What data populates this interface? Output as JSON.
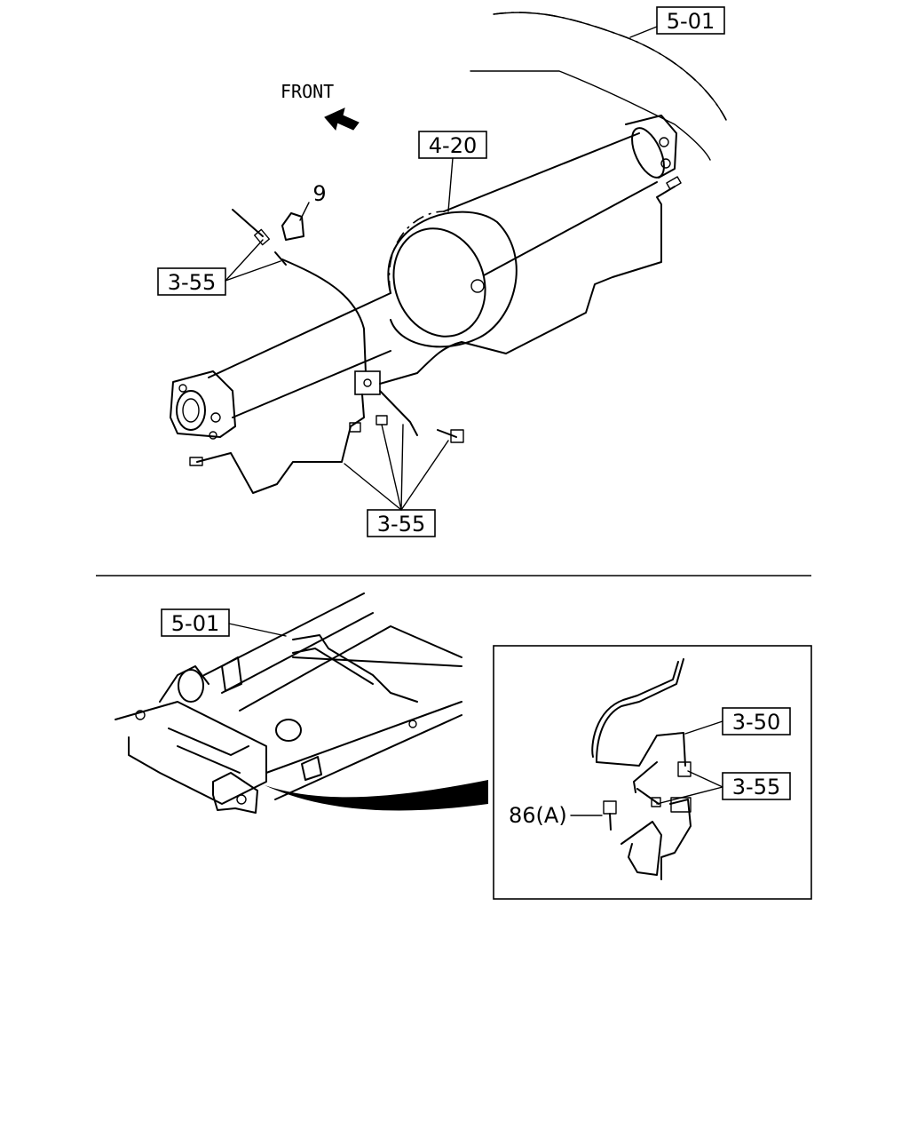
{
  "labels": {
    "front": "FRONT",
    "top_frame_ref": "5-01",
    "axle_ref": "4-20",
    "clip_ref": "9",
    "upper_left_fitting_ref": "3-55",
    "lower_fittings_ref": "3-55",
    "bottom_frame_ref": "5-01",
    "detail_hose_ref": "3-50",
    "detail_fitting_ref": "3-55",
    "detail_bolt_ref": "86(A)"
  }
}
